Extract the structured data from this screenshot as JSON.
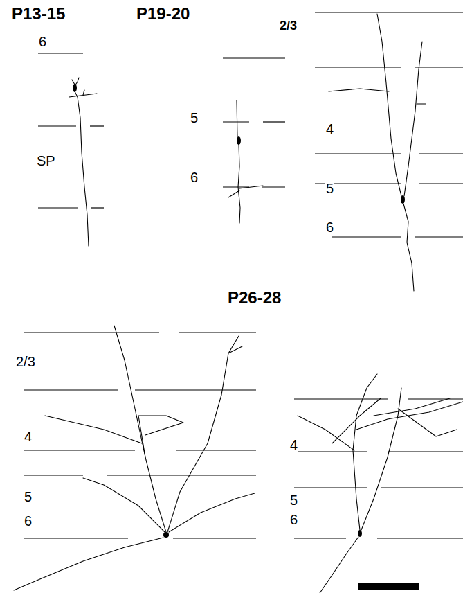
{
  "diagram": {
    "labels": [
      "P13-15",
      "6",
      "SP",
      "P19-20",
      "5",
      "6",
      "2/3",
      "4",
      "5",
      "6",
      "P26-28",
      "2/3",
      "4",
      "5",
      "6",
      "4",
      "5",
      "6"
    ]
  }
}
